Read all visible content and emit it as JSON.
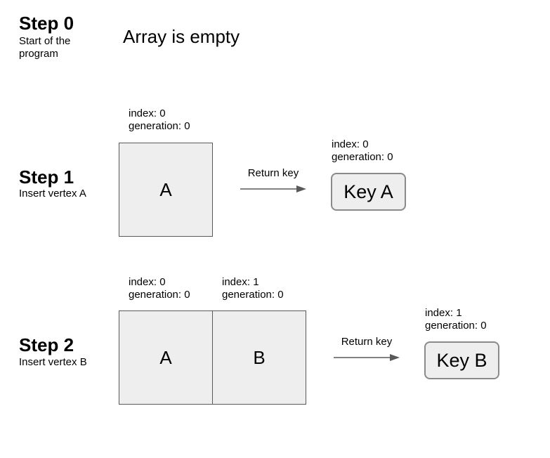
{
  "colors": {
    "cell_fill": "#eeeeee",
    "cell_border": "#595959",
    "key_border": "#8a8a8a",
    "arrow": "#595959"
  },
  "step0": {
    "title": "Step 0",
    "subtitle": "Start of the program",
    "message": "Array is empty"
  },
  "step1": {
    "title": "Step 1",
    "subtitle": "Insert vertex A",
    "cells": [
      {
        "label": "A",
        "index": "index: 0",
        "generation": "generation: 0"
      }
    ],
    "arrow_label": "Return key",
    "key": {
      "label": "Key A",
      "index": "index: 0",
      "generation": "generation: 0"
    }
  },
  "step2": {
    "title": "Step 2",
    "subtitle": "Insert vertex B",
    "cells": [
      {
        "label": "A",
        "index": "index: 0",
        "generation": "generation: 0"
      },
      {
        "label": "B",
        "index": "index: 1",
        "generation": "generation: 0"
      }
    ],
    "arrow_label": "Return key",
    "key": {
      "label": "Key B",
      "index": "index: 1",
      "generation": "generation: 0"
    }
  }
}
